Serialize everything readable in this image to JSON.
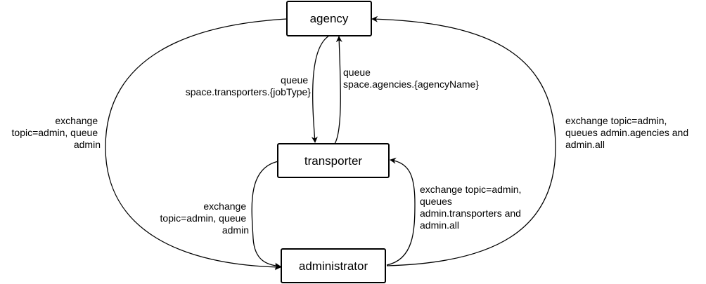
{
  "nodes": {
    "agency": "agency",
    "transporter": "transporter",
    "administrator": "administrator"
  },
  "edges": {
    "agency_to_transporter": [
      "queue",
      "space.transporters.{jobType}"
    ],
    "transporter_to_agency": [
      "queue",
      "space.agencies.{agencyName}"
    ],
    "agency_to_administrator": [
      "exchange",
      "topic=admin, queue",
      "admin"
    ],
    "transporter_to_administrator": [
      "exchange",
      "topic=admin, queue",
      "admin"
    ],
    "administrator_to_transporter": [
      "exchange topic=admin,",
      "queues",
      "admin.transporters and",
      "admin.all"
    ],
    "administrator_to_agency": [
      "exchange topic=admin,",
      "queues admin.agencies and",
      "admin.all"
    ]
  }
}
